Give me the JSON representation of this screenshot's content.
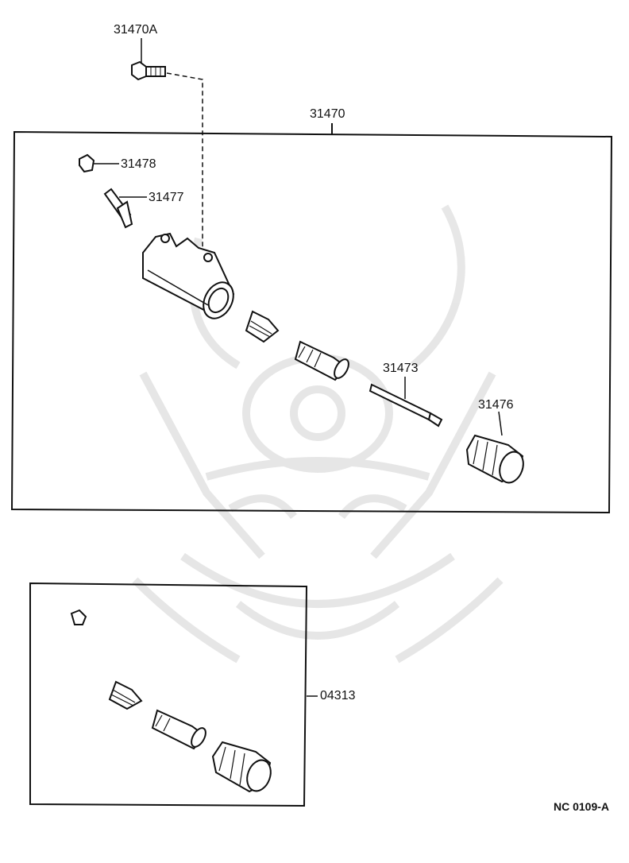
{
  "parts": {
    "p31470A": "31470A",
    "p31470": "31470",
    "p31478": "31478",
    "p31477": "31477",
    "p31473": "31473",
    "p31476": "31476",
    "p04313": "04313"
  },
  "diagram_code": "NC 0109-A",
  "watermark": "samurai-helmet-watermark",
  "colors": {
    "ink": "#111111",
    "watermark": "#e6e6e6",
    "background": "#ffffff"
  }
}
